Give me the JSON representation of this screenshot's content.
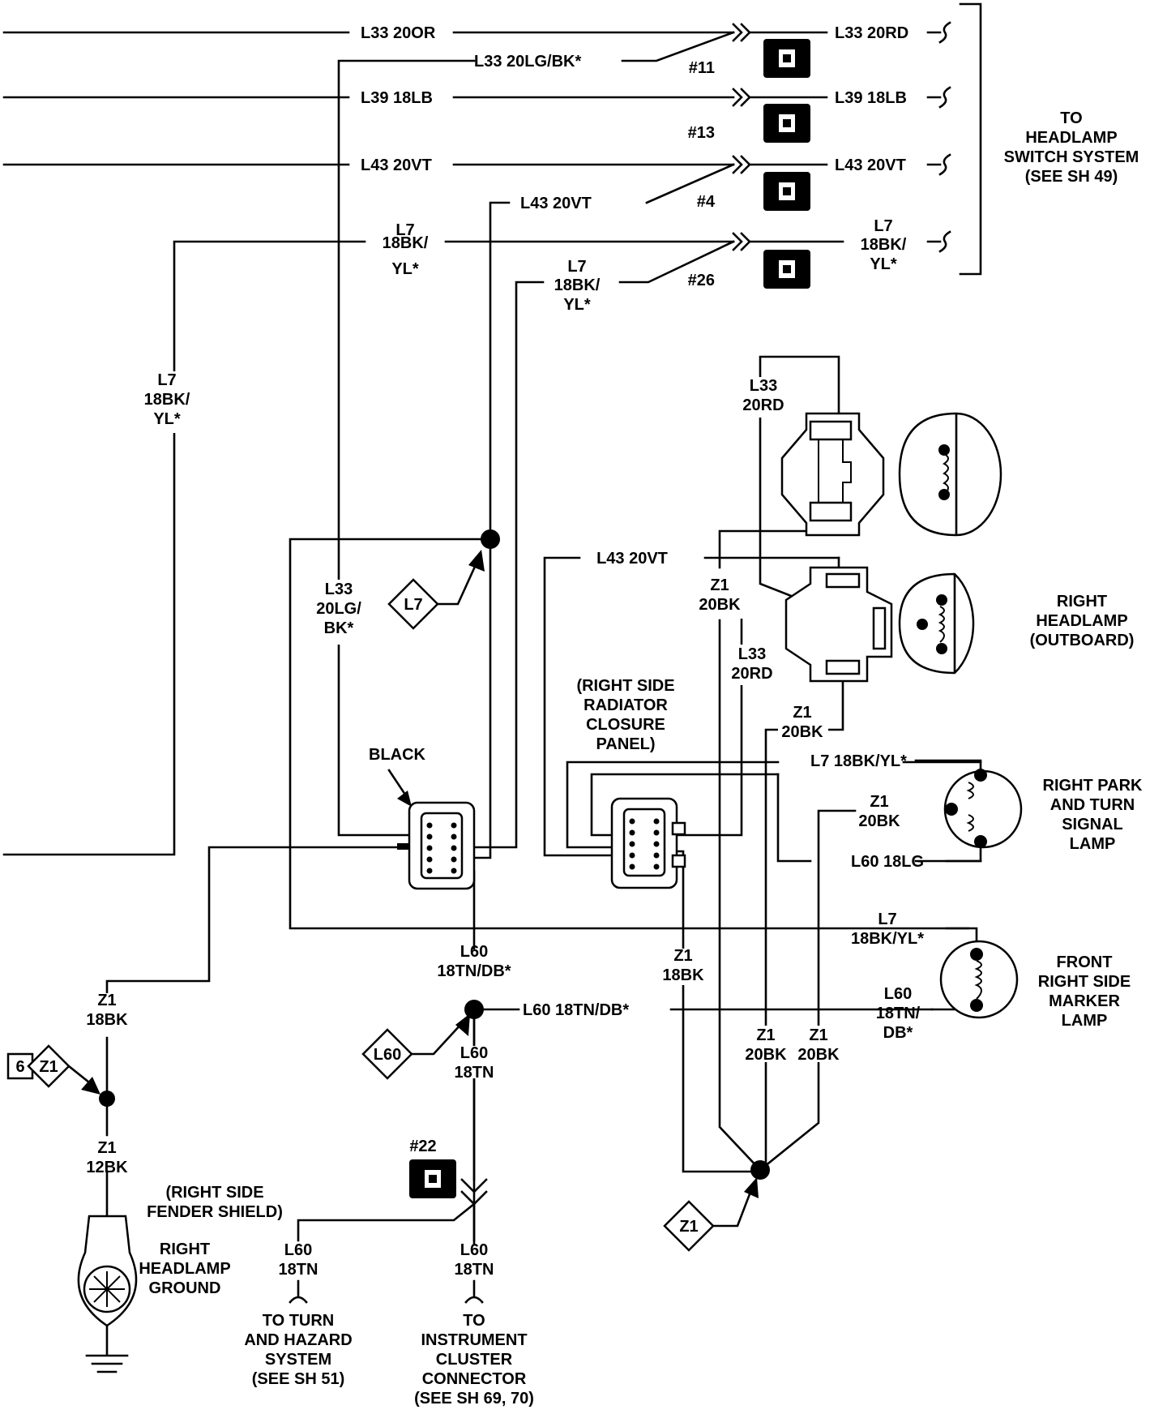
{
  "connectors": {
    "c11": "#11",
    "c13": "#13",
    "c4": "#4",
    "c26": "#26",
    "c22": "#22"
  },
  "top_wires": {
    "l33_or_left": "L33 20OR",
    "l33_lgbk": "L33 20LG/BK*",
    "l39_left": "L39 18LB",
    "l43_left": "L43 20VT",
    "l43_center": "L43 20VT",
    "l7_a": "L7",
    "l7_b": "18BK/",
    "l7_c": "YL*",
    "l7c_a": "L7",
    "l7c_b": "18BK/",
    "l7c_c": "YL*",
    "l33_rd_right": "L33 20RD",
    "l39_right": "L39 18LB",
    "l43_right": "L43 20VT",
    "l7r_a": "L7",
    "l7r_b": "18BK/",
    "l7r_c": "YL*"
  },
  "headlamp_switch": {
    "line1": "TO",
    "line2": "HEADLAMP",
    "line3": "SWITCH SYSTEM",
    "line4": "(SEE SH 49)"
  },
  "left_vertical": {
    "a": "L7",
    "b": "18BK/",
    "c": "YL*"
  },
  "mid_vertical": {
    "a": "L33",
    "b": "20LG/",
    "c": "BK*"
  },
  "diamonds": {
    "l7": "L7",
    "l60": "L60",
    "z1_mid": "Z1",
    "z1_left": "Z1",
    "z1_left_num": "6"
  },
  "black_label": "BLACK",
  "radiator_panel": {
    "l1": "(RIGHT SIDE",
    "l2": "RADIATOR",
    "l3": "CLOSURE",
    "l4": "PANEL)"
  },
  "headlamp_wires": {
    "l33_top_a": "L33",
    "l33_top_b": "20RD",
    "l43_mid": "L43 20VT",
    "z1_a": "Z1",
    "z1_b": "20BK",
    "l33_low_a": "L33",
    "l33_low_b": "20RD",
    "z1_low_a": "Z1",
    "z1_low_b": "20BK"
  },
  "right_headlamp": {
    "l1": "RIGHT",
    "l2": "HEADLAMP",
    "l3": "(OUTBOARD)"
  },
  "park_lamp_wires": {
    "l7": "L7 18BK/YL*",
    "z1_a": "Z1",
    "z1_b": "20BK",
    "l60": "L60 18LG"
  },
  "park_lamp": {
    "l1": "RIGHT PARK",
    "l2": "AND TURN",
    "l3": "SIGNAL",
    "l4": "LAMP"
  },
  "marker_wires": {
    "l7_a": "L7",
    "l7_b": "18BK/YL*",
    "l60_a": "L60",
    "l60_b": "18TN/",
    "l60_c": "DB*"
  },
  "marker_lamp": {
    "l1": "FRONT",
    "l2": "RIGHT SIDE",
    "l3": "MARKER",
    "l4": "LAMP"
  },
  "center_wires": {
    "l60_a": "L60",
    "l60_b": "18TN/DB*",
    "l60_horiz": "L60 18TN/DB*",
    "l60_tn_a": "L60",
    "l60_tn_b": "18TN",
    "z1_18_a": "Z1",
    "z1_18_b": "18BK",
    "z1_c1_a": "Z1",
    "z1_c1_b": "20BK",
    "z1_c2_a": "Z1",
    "z1_c2_b": "20BK"
  },
  "ground_wires": {
    "z1_a": "Z1",
    "z1_b": "18BK",
    "z1_12_a": "Z1",
    "z1_12_b": "12BK"
  },
  "fender": {
    "l1": "(RIGHT SIDE",
    "l2": "FENDER SHIELD)"
  },
  "ground": {
    "l1": "RIGHT",
    "l2": "HEADLAMP",
    "l3": "GROUND"
  },
  "bottom_left": {
    "w_a": "L60",
    "w_b": "18TN",
    "l1": "TO TURN",
    "l2": "AND HAZARD",
    "l3": "SYSTEM",
    "l4": "(SEE SH 51)"
  },
  "bottom_right": {
    "w_a": "L60",
    "w_b": "18TN",
    "l1": "TO",
    "l2": "INSTRUMENT",
    "l3": "CLUSTER",
    "l4": "CONNECTOR",
    "l5": "(SEE SH 69, 70)"
  }
}
